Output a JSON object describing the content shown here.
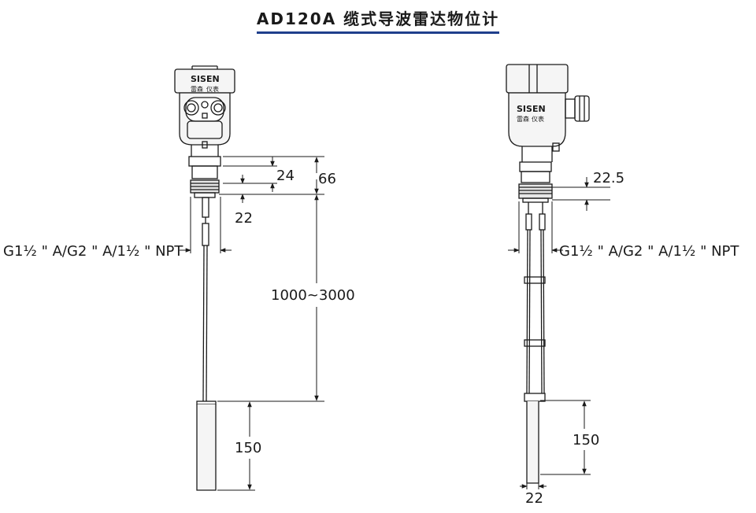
{
  "title": "AD120A  缆式导波雷达物位计",
  "brand": {
    "logo_text": "SISEN",
    "logo_sub": "雷森",
    "logo_box": "仪表"
  },
  "front_view": {
    "dim_head_thread": "24",
    "dim_flange_total": "66",
    "dim_thread_dia": "22",
    "thread_spec": "G1½ \" A/G2 \" A/1½ \" NPT",
    "dim_cable_length": "1000~3000",
    "dim_weight_length": "150"
  },
  "side_view": {
    "dim_thread_height": "22.5",
    "thread_spec": "G1½ \" A/G2 \" A/1½ \" NPT",
    "dim_probe_length": "150",
    "dim_probe_dia": "22"
  },
  "colors": {
    "title_underline": "#1f3f8c",
    "line": "#1a1a1a",
    "housing_fill": "#f5f5f5"
  }
}
